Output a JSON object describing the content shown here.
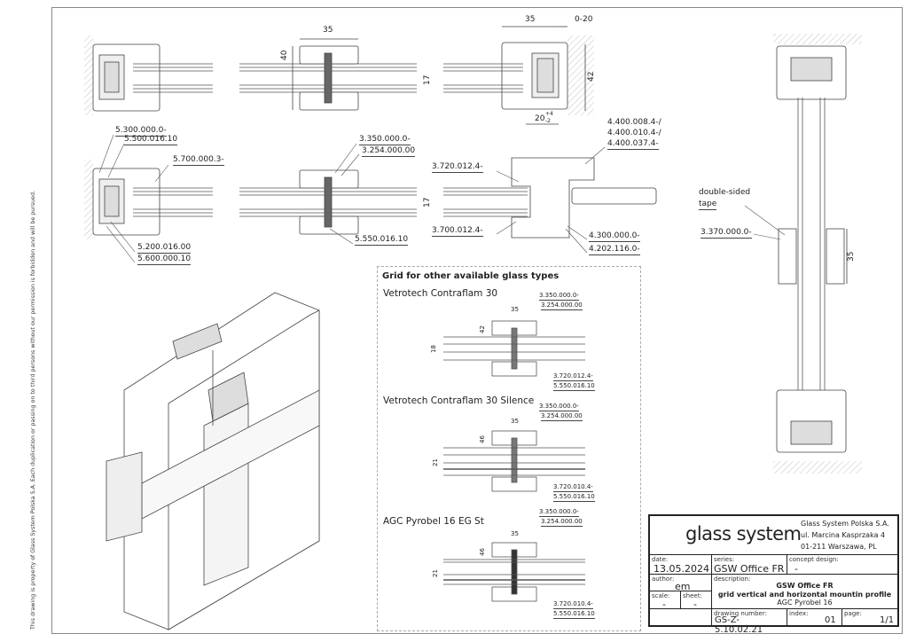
{
  "copyright_note": "This drawing is property of Glass System Polska S.A. Each duplication or passing on to third persons without our permission is forbidden and will be pursued.",
  "section_details": {
    "top_left": {
      "labels": [
        "5.300.000.0-",
        "5.500.016.10",
        "5.700.000.3-",
        "5.200.016.00",
        "5.600.000.10"
      ]
    },
    "top_middle": {
      "dims": [
        "35",
        "40"
      ],
      "labels": [
        "3.350.000.0-",
        "3.254.000.00",
        "5.550.016.10"
      ]
    },
    "top_right": {
      "dims": [
        "35",
        "0-20",
        "17",
        "42",
        "20",
        "+4",
        "-2",
        "17"
      ],
      "labels": [
        "4.400.008.4-/",
        "4.400.010.4-/",
        "4.400.037.4-",
        "3.720.012.4-",
        "3.700.012.4-",
        "4.300.000.0-",
        "4.202.116.0-"
      ]
    },
    "right_vertical": {
      "dims": [
        "35"
      ],
      "labels": [
        "double-sided",
        "tape",
        "3.370.000.0-"
      ]
    }
  },
  "grid": {
    "title": "Grid for other available glass types",
    "types": [
      {
        "name": "Vetrotech Contraflam 30",
        "width": "35",
        "height": "42",
        "glass": "18",
        "labels": [
          "3.350.000.0-",
          "3.254.000.00",
          "3.720.012.4-",
          "5.550.016.10"
        ]
      },
      {
        "name": "Vetrotech Contraflam 30 Silence",
        "width": "35",
        "height": "46",
        "glass": "21",
        "labels": [
          "3.350.000.0-",
          "3.254.000.00",
          "3.720.010.4-",
          "5.550.016.10"
        ]
      },
      {
        "name": "AGC Pyrobel 16 EG St",
        "width": "35",
        "height": "46",
        "glass": "21",
        "labels": [
          "3.350.000.0-",
          "3.254.000.00",
          "3.720.010.4-",
          "5.550.016.10"
        ]
      }
    ]
  },
  "title_block": {
    "logo_text": "glass system",
    "company": [
      "Glass System Polska S.A.",
      "ul. Marcina Kasprzaka 4",
      "01-211 Warszawa, PL"
    ],
    "date_label": "date:",
    "date": "13.05.2024",
    "series_label": "series:",
    "series": "GSW Office FR",
    "concept_label": "concept design:",
    "concept": "-",
    "author_label": "author:",
    "author": "em",
    "description_label": "description:",
    "description": [
      "GSW Office FR",
      "grid vertical and horizontal mountin profile",
      "AGC Pyrobel 16"
    ],
    "scale_label": "scale:",
    "scale": "-",
    "sheet_label": "sheet:",
    "sheet": "-",
    "drawing_number_label": "drawing number:",
    "drawing_number": "GS-Z-5.10.02.21",
    "index_label": "index:",
    "index": "01",
    "page_label": "page:",
    "page": "1/1"
  }
}
